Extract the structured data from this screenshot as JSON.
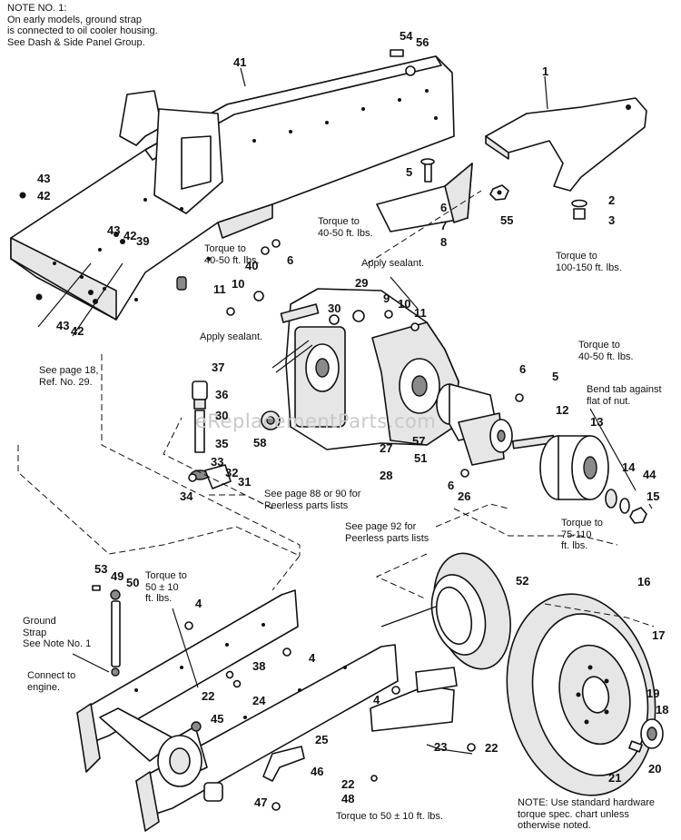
{
  "notes": {
    "note1": "NOTE NO. 1:\nOn early models, ground strap\nis connected to oil cooler housing.\nSee Dash & Side Panel Group.",
    "note_bottom": "NOTE: Use standard hardware\ntorque spec. chart unless\notherwise noted."
  },
  "annotations": {
    "torque_40_50_top": "Torque to\n40-50 ft. lbs.",
    "torque_40_50_left": "Torque to\n40-50 ft. lbs.",
    "torque_100_150": "Torque to\n100-150 ft. lbs.",
    "apply_sealant_top": "Apply sealant.",
    "apply_sealant_left": "Apply sealant.",
    "see_page_18": "See page 18,\nRef. No. 29.",
    "torque_40_50_right": "Torque to\n40-50 ft. lbs.",
    "bend_tab": "Bend tab against\nflat of nut.",
    "see_page_88": "See page 88 or 90 for\nPeerless parts lists",
    "see_page_92": "See page 92 for\nPeerless parts lists",
    "torque_75_110": "Torque to\n75-110\nft. lbs.",
    "torque_50_top": "Torque to\n50 ± 10\nft. lbs.",
    "ground_strap": "Ground\nStrap\nSee Note No. 1",
    "connect_engine": "Connect to\nengine.",
    "torque_50_bottom": "Torque to 50 ± 10 ft. lbs."
  },
  "watermark": "eReplacementParts.com",
  "parts": {
    "p41": "41",
    "p54": "54",
    "p56": "56",
    "p1": "1",
    "p43a": "43",
    "p42a": "42",
    "p43b": "43",
    "p42b": "42",
    "p39": "39",
    "p43c": "43",
    "p42c": "42",
    "p5a": "5",
    "p6a": "6",
    "p7": "7",
    "p8": "8",
    "p55": "55",
    "p2": "2",
    "p3": "3",
    "p40": "40",
    "p6b": "6",
    "p29": "29",
    "p9": "9",
    "p10a": "10",
    "p11a": "11",
    "p11b": "11",
    "p10b": "10",
    "p30a": "30",
    "p37": "37",
    "p36": "36",
    "p30b": "30",
    "p35": "35",
    "p33": "33",
    "p32": "32",
    "p31": "31",
    "p34": "34",
    "p58": "58",
    "p27": "27",
    "p28": "28",
    "p57": "57",
    "p51": "51",
    "p6c": "6",
    "p5b": "5",
    "p12": "12",
    "p13": "13",
    "p14": "14",
    "p44": "44",
    "p15": "15",
    "p6d": "6",
    "p26": "26",
    "p52": "52",
    "p16": "16",
    "p17": "17",
    "p19": "19",
    "p18": "18",
    "p20": "20",
    "p21": "21",
    "p53": "53",
    "p49": "49",
    "p50": "50",
    "p4a": "4",
    "p4b": "4",
    "p4c": "4",
    "p38": "38",
    "p22a": "22",
    "p24": "24",
    "p45": "45",
    "p25": "25",
    "p23": "23",
    "p22b": "22",
    "p46": "46",
    "p47": "47",
    "p22c": "22",
    "p48": "48"
  }
}
